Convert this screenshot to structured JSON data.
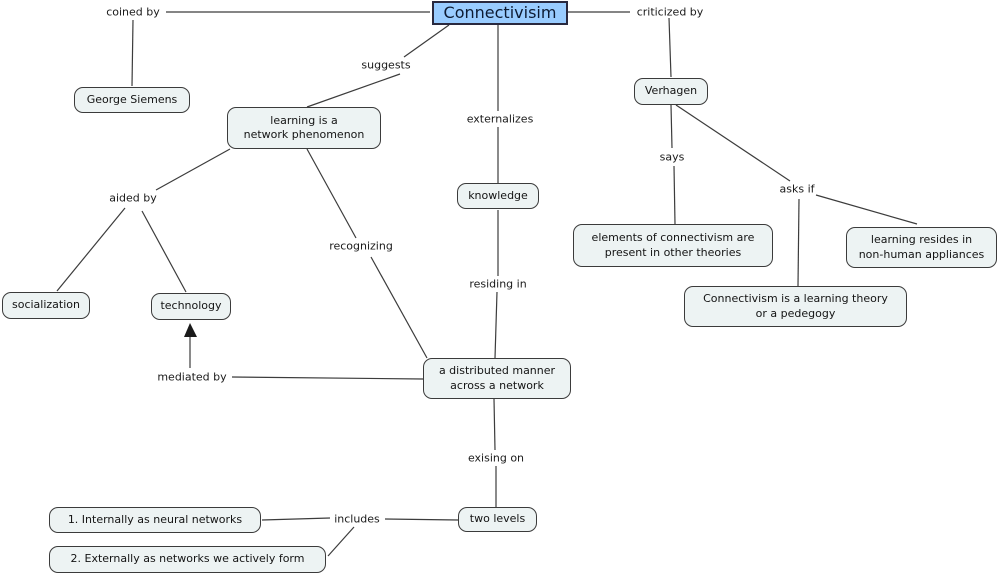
{
  "diagram": {
    "title_node": {
      "label": "Connectivisim"
    },
    "nodes": {
      "george_siemens": {
        "label": "George Siemens"
      },
      "learning_network": {
        "label": "learning is a\nnetwork phenomenon"
      },
      "verhagen": {
        "label": "Verhagen"
      },
      "knowledge": {
        "label": "knowledge"
      },
      "elements_theories": {
        "label": "elements of connectivism are\npresent in other theories"
      },
      "nonhuman_appliances": {
        "label": "learning resides in\nnon-human appliances"
      },
      "theory_pedegogy": {
        "label": "Connectivism is a learning theory\nor a pedegogy"
      },
      "socialization": {
        "label": "socialization"
      },
      "technology": {
        "label": "technology"
      },
      "distributed_manner": {
        "label": "a distributed manner\nacross a network"
      },
      "two_levels": {
        "label": "two levels"
      },
      "internally": {
        "label": "1. Internally as neural networks"
      },
      "externally": {
        "label": "2. Externally as networks we actively form"
      }
    },
    "link_labels": {
      "coined_by": "coined by",
      "criticized_by": "criticized by",
      "suggests": "suggests",
      "externalizes": "externalizes",
      "says": "says",
      "asks_if": "asks if",
      "aided_by": "aided by",
      "recognizing": "recognizing",
      "residing_in": "residing in",
      "mediated_by": "mediated by",
      "exising_on": "exising on",
      "includes": "includes"
    },
    "relations": [
      {
        "from": "Connectivisim",
        "label": "coined by",
        "to": "George Siemens"
      },
      {
        "from": "Connectivisim",
        "label": "criticized by",
        "to": "Verhagen"
      },
      {
        "from": "Connectivisim",
        "label": "suggests",
        "to": "learning is a network phenomenon"
      },
      {
        "from": "Connectivisim",
        "label": "externalizes",
        "to": "knowledge"
      },
      {
        "from": "learning is a network phenomenon",
        "label": "aided by",
        "to": "socialization"
      },
      {
        "from": "learning is a network phenomenon",
        "label": "aided by",
        "to": "technology"
      },
      {
        "from": "learning is a network phenomenon",
        "label": "recognizing",
        "to": "a distributed manner across a network"
      },
      {
        "from": "knowledge",
        "label": "residing in",
        "to": "a distributed manner across a network"
      },
      {
        "from": "a distributed manner across a network",
        "label": "mediated by",
        "to": "technology"
      },
      {
        "from": "Verhagen",
        "label": "says",
        "to": "elements of connectivism are present in other theories"
      },
      {
        "from": "Verhagen",
        "label": "asks if",
        "to": "learning resides in non-human appliances"
      },
      {
        "from": "Verhagen",
        "label": "asks if",
        "to": "Connectivism is a learning theory or a pedegogy"
      },
      {
        "from": "a distributed manner across a network",
        "label": "exising on",
        "to": "two levels"
      },
      {
        "from": "two levels",
        "label": "includes",
        "to": "1. Internally as neural networks"
      },
      {
        "from": "two levels",
        "label": "includes",
        "to": "2. Externally as networks we actively form"
      }
    ],
    "colors": {
      "title_fill": "#99ccff",
      "title_border": "#29293f",
      "node_fill": "#edf3f3",
      "node_border": "#3b3b3b",
      "line": "#3c3c3c",
      "background": "#ffffff"
    }
  }
}
